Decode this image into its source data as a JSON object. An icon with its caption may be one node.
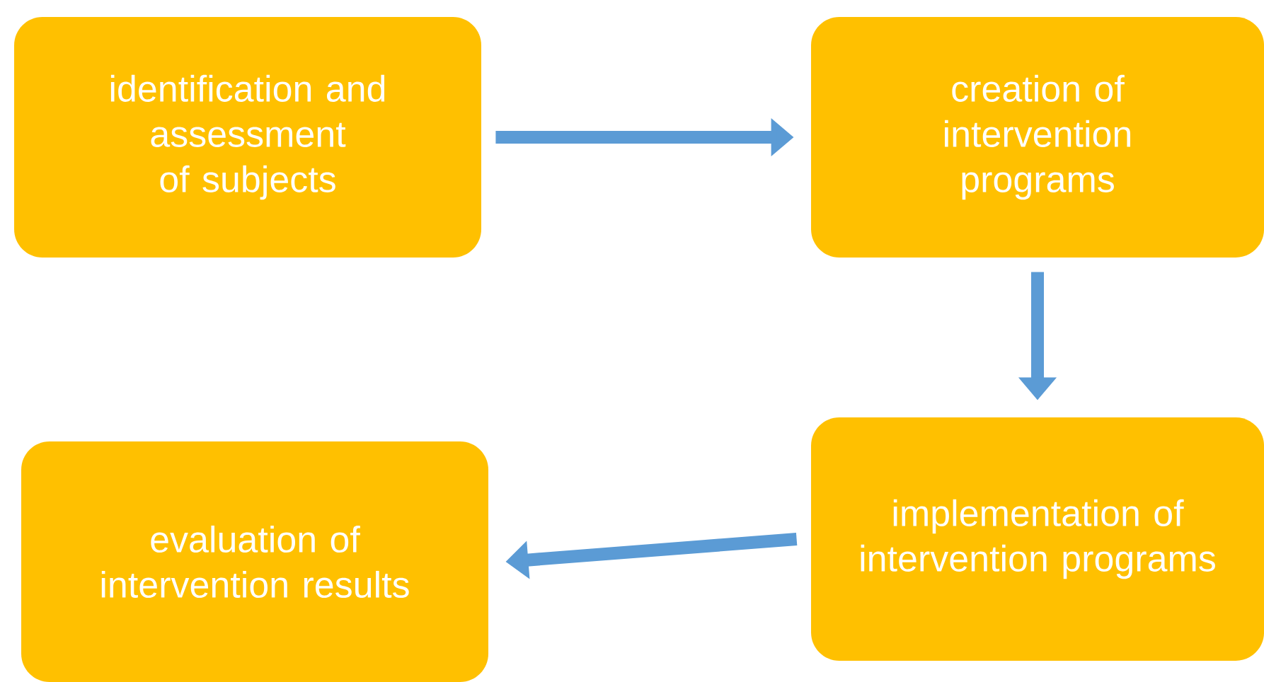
{
  "diagram": {
    "nodes": [
      {
        "text": [
          "identification and assessment of subjects"
        ]
      },
      {
        "text": [
          "creation of intervention programs"
        ]
      },
      {
        "text": [
          "implementation of intervention programs"
        ]
      },
      {
        "text": [
          "evaluation of intervention results"
        ]
      }
    ],
    "edges": [
      {
        "from": 0,
        "to": 1,
        "arrow": "to"
      },
      {
        "from": 1,
        "to": 2,
        "arrow": "to"
      },
      {
        "from": 2,
        "to": 3,
        "arrow": "to"
      }
    ]
  }
}
